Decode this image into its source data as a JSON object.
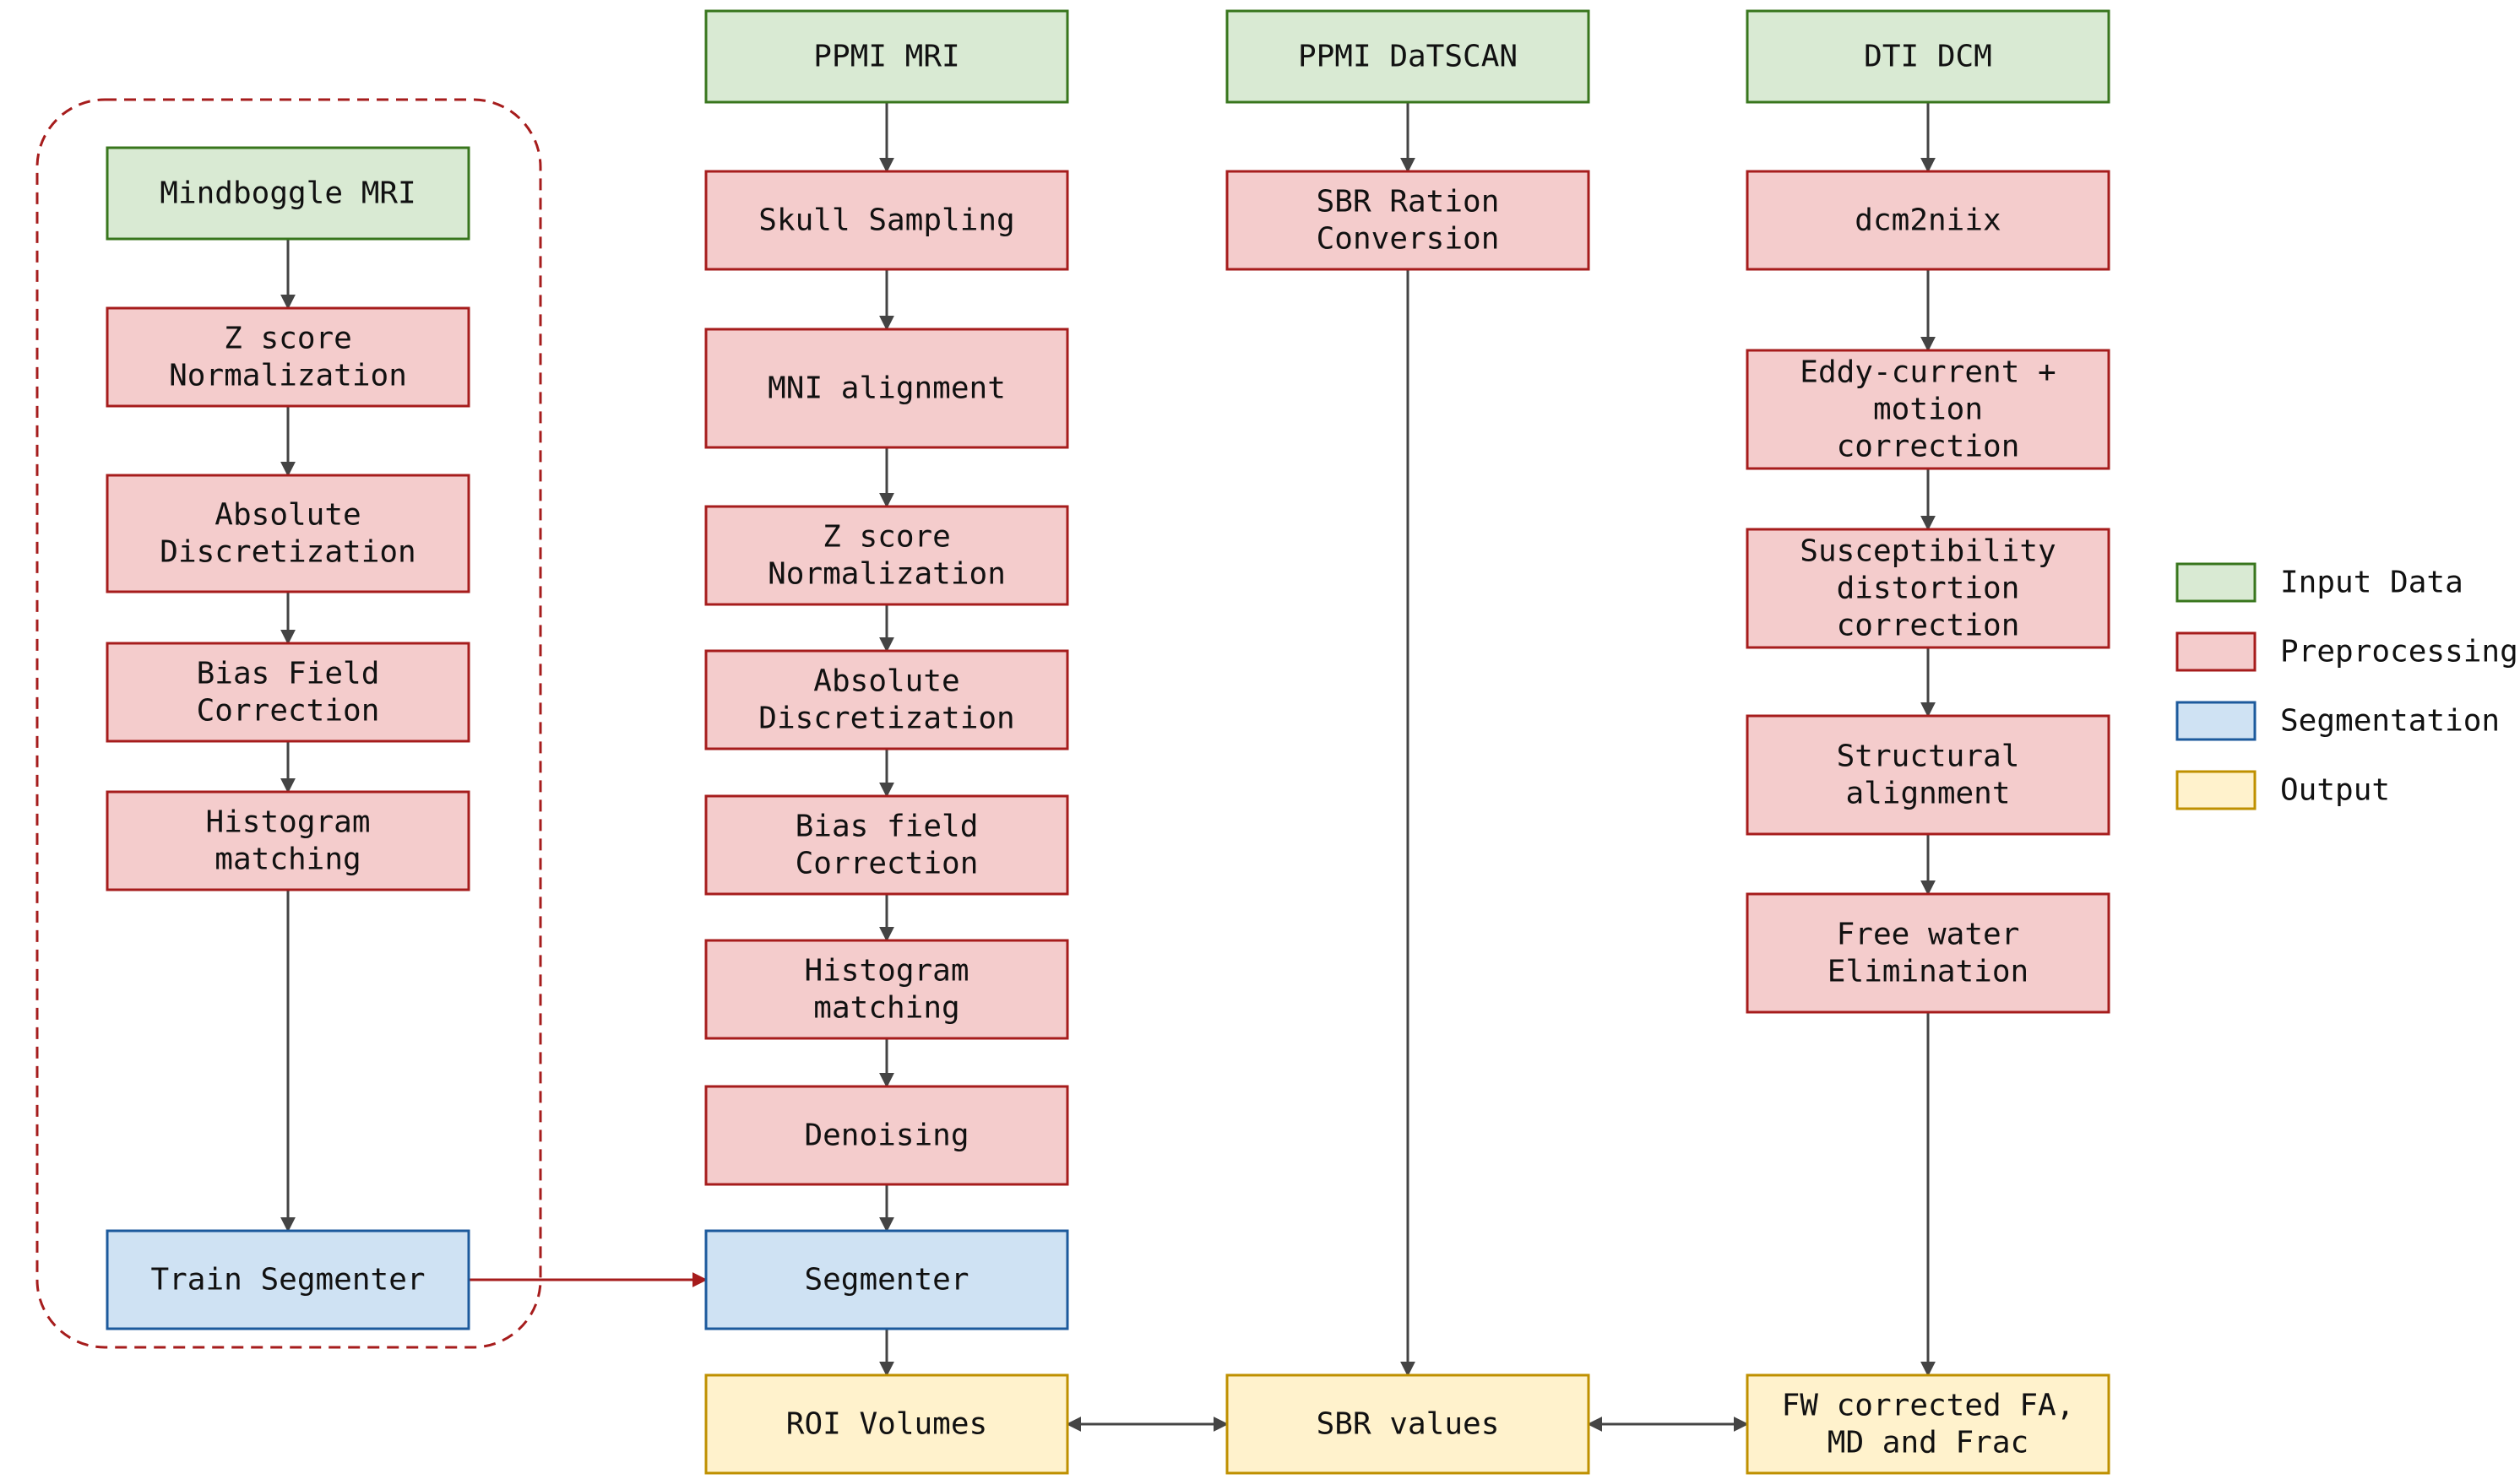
{
  "colors": {
    "input": {
      "fill": "#d9ead3",
      "stroke": "#38761d"
    },
    "preprocessing": {
      "fill": "#f4cccc",
      "stroke": "#a61c1c"
    },
    "segmentation": {
      "fill": "#cfe2f3",
      "stroke": "#1c5a9c"
    },
    "output": {
      "fill": "#fff2cc",
      "stroke": "#bf9000"
    },
    "arrow": "#444444",
    "highlight_arrow": "#a61c1c",
    "dashed_group": "#a61c1c"
  },
  "nodes": {
    "mindboggle_mri": {
      "lines": [
        "Mindboggle MRI"
      ],
      "kind": "input"
    },
    "mb_zscore": {
      "lines": [
        "Z score",
        "Normalization"
      ],
      "kind": "preprocessing"
    },
    "mb_absdisc": {
      "lines": [
        "Absolute",
        "Discretization"
      ],
      "kind": "preprocessing"
    },
    "mb_bias": {
      "lines": [
        "Bias Field",
        "Correction"
      ],
      "kind": "preprocessing"
    },
    "mb_hist": {
      "lines": [
        "Histogram",
        "matching"
      ],
      "kind": "preprocessing"
    },
    "train_segmenter": {
      "lines": [
        "Train Segmenter"
      ],
      "kind": "segmentation"
    },
    "ppmi_mri": {
      "lines": [
        "PPMI MRI"
      ],
      "kind": "input"
    },
    "skull_sampling": {
      "lines": [
        "Skull Sampling"
      ],
      "kind": "preprocessing"
    },
    "mni_alignment": {
      "lines": [
        "MNI alignment"
      ],
      "kind": "preprocessing"
    },
    "pp_zscore": {
      "lines": [
        "Z score",
        "Normalization"
      ],
      "kind": "preprocessing"
    },
    "pp_absdisc": {
      "lines": [
        "Absolute",
        "Discretization"
      ],
      "kind": "preprocessing"
    },
    "pp_bias": {
      "lines": [
        "Bias field",
        "Correction"
      ],
      "kind": "preprocessing"
    },
    "pp_hist": {
      "lines": [
        "Histogram",
        "matching"
      ],
      "kind": "preprocessing"
    },
    "denoising": {
      "lines": [
        "Denoising"
      ],
      "kind": "preprocessing"
    },
    "segmenter": {
      "lines": [
        "Segmenter"
      ],
      "kind": "segmentation"
    },
    "roi_volumes": {
      "lines": [
        "ROI Volumes"
      ],
      "kind": "output"
    },
    "ppmi_datscan": {
      "lines": [
        "PPMI DaTSCAN"
      ],
      "kind": "input"
    },
    "sbr_conversion": {
      "lines": [
        "SBR Ration",
        "Conversion"
      ],
      "kind": "preprocessing"
    },
    "sbr_values": {
      "lines": [
        "SBR values"
      ],
      "kind": "output"
    },
    "dti_dcm": {
      "lines": [
        "DTI DCM"
      ],
      "kind": "input"
    },
    "dcm2niix": {
      "lines": [
        "dcm2niix"
      ],
      "kind": "preprocessing"
    },
    "eddy_current": {
      "lines": [
        "Eddy-current +",
        "motion",
        "correction"
      ],
      "kind": "preprocessing"
    },
    "susceptibility": {
      "lines": [
        "Susceptibility",
        "distortion",
        "correction"
      ],
      "kind": "preprocessing"
    },
    "structural_alignment": {
      "lines": [
        "Structural",
        "alignment"
      ],
      "kind": "preprocessing"
    },
    "free_water": {
      "lines": [
        "Free water",
        "Elimination"
      ],
      "kind": "preprocessing"
    },
    "fw_corrected": {
      "lines": [
        "FW corrected FA,",
        "MD and Frac"
      ],
      "kind": "output"
    }
  },
  "edges": [
    {
      "from": "mindboggle_mri",
      "to": "mb_zscore"
    },
    {
      "from": "mb_zscore",
      "to": "mb_absdisc"
    },
    {
      "from": "mb_absdisc",
      "to": "mb_bias"
    },
    {
      "from": "mb_bias",
      "to": "mb_hist"
    },
    {
      "from": "mb_hist",
      "to": "train_segmenter"
    },
    {
      "from": "train_segmenter",
      "to": "segmenter",
      "style": "highlight"
    },
    {
      "from": "ppmi_mri",
      "to": "skull_sampling"
    },
    {
      "from": "skull_sampling",
      "to": "mni_alignment"
    },
    {
      "from": "mni_alignment",
      "to": "pp_zscore"
    },
    {
      "from": "pp_zscore",
      "to": "pp_absdisc"
    },
    {
      "from": "pp_absdisc",
      "to": "pp_bias"
    },
    {
      "from": "pp_bias",
      "to": "pp_hist"
    },
    {
      "from": "pp_hist",
      "to": "denoising"
    },
    {
      "from": "denoising",
      "to": "segmenter"
    },
    {
      "from": "segmenter",
      "to": "roi_volumes"
    },
    {
      "from": "ppmi_datscan",
      "to": "sbr_conversion"
    },
    {
      "from": "sbr_conversion",
      "to": "sbr_values"
    },
    {
      "from": "dti_dcm",
      "to": "dcm2niix"
    },
    {
      "from": "dcm2niix",
      "to": "eddy_current"
    },
    {
      "from": "eddy_current",
      "to": "susceptibility"
    },
    {
      "from": "susceptibility",
      "to": "structural_alignment"
    },
    {
      "from": "structural_alignment",
      "to": "free_water"
    },
    {
      "from": "free_water",
      "to": "fw_corrected"
    },
    {
      "from": "roi_volumes",
      "to": "sbr_values",
      "bidirectional": true
    },
    {
      "from": "sbr_values",
      "to": "fw_corrected",
      "bidirectional": true
    }
  ],
  "legend": [
    {
      "label": "Input Data",
      "kind": "input"
    },
    {
      "label": "Preprocessing",
      "kind": "preprocessing"
    },
    {
      "label": "Segmentation",
      "kind": "segmentation"
    },
    {
      "label": "Output",
      "kind": "output"
    }
  ]
}
